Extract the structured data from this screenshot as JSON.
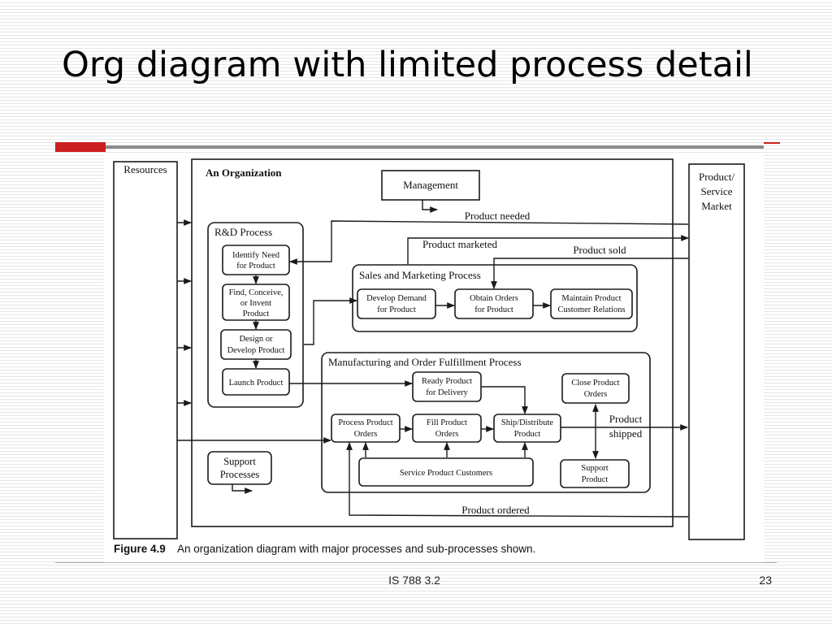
{
  "slide": {
    "title": "Org diagram with limited process detail",
    "footer_left": "IS 788 3.2",
    "page_number": "23"
  },
  "diagram": {
    "resources": "Resources",
    "organization": "An Organization",
    "management": "Management",
    "market": [
      "Product/",
      "Service",
      "Market"
    ],
    "rd": {
      "title": "R&D Process",
      "steps": [
        [
          "Identify Need",
          "for Product"
        ],
        [
          "Find, Conceive,",
          "or Invent",
          "Product"
        ],
        [
          "Design or",
          "Develop Product"
        ],
        [
          "Launch Product"
        ]
      ]
    },
    "sales": {
      "title": "Sales and Marketing Process",
      "steps": [
        [
          "Develop Demand",
          "for Product"
        ],
        [
          "Obtain Orders",
          "for Product"
        ],
        [
          "Maintain Product",
          "Customer Relations"
        ]
      ]
    },
    "mfg": {
      "title": "Manufacturing and Order Fulfillment Process",
      "ready": [
        "Ready Product",
        "for Delivery"
      ],
      "process_orders": [
        "Process Product",
        "Orders"
      ],
      "fill_orders": [
        "Fill Product",
        "Orders"
      ],
      "ship": [
        "Ship/Distribute",
        "Product"
      ],
      "close": [
        "Close Product",
        "Orders"
      ],
      "support": [
        "Support",
        "Product"
      ],
      "service": "Service Product Customers"
    },
    "support_processes": [
      "Support",
      "Processes"
    ],
    "flows": {
      "product_needed": "Product needed",
      "product_marketed": "Product marketed",
      "product_sold": "Product sold",
      "product_shipped": [
        "Product",
        "shipped"
      ],
      "product_ordered": "Product ordered"
    },
    "caption_label": "Figure 4.9",
    "caption_text": "An organization diagram with major processes and sub-processes shown."
  }
}
